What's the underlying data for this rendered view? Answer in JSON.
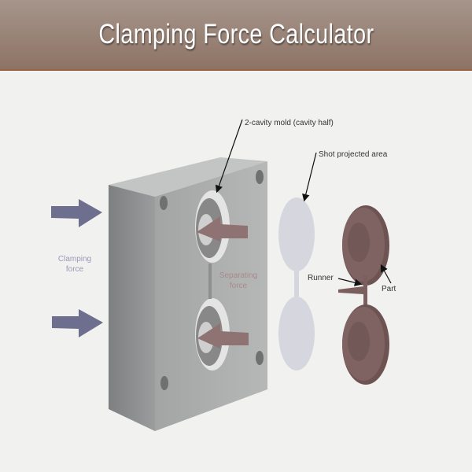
{
  "header": {
    "title": "Clamping Force Calculator"
  },
  "diagram": {
    "labels": {
      "mold": "2-cavity mold (cavity half)",
      "shot_area": "Shot projected area",
      "clamping_line1": "Clamping",
      "clamping_line2": "force",
      "separating_line1": "Separating",
      "separating_line2": "force",
      "runner": "Runner",
      "part": "Part"
    },
    "colors": {
      "clamping_arrow": "#6e6f8f",
      "separating_arrow": "#8f7272",
      "mold": "#a9abab",
      "shot_area": "#d6d6df",
      "part": "#7b5f5f"
    }
  }
}
